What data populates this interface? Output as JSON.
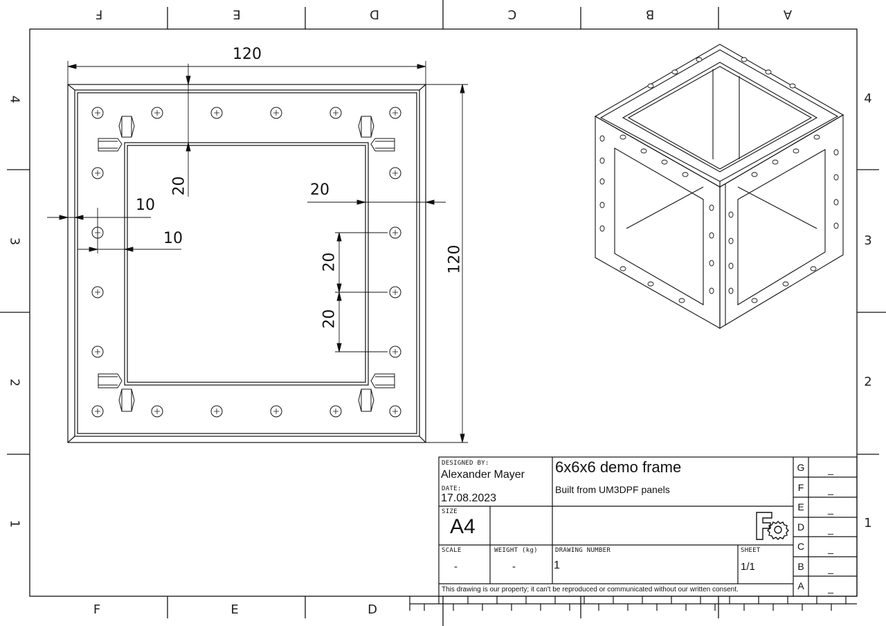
{
  "zones": {
    "top": [
      "F",
      "E",
      "D",
      "C",
      "B",
      "A"
    ],
    "bottom": [
      "F",
      "E",
      "D"
    ],
    "left": [
      "4",
      "3",
      "2",
      "1"
    ],
    "right": [
      "4",
      "3",
      "2",
      "1"
    ]
  },
  "dimensions": {
    "width_top": "120",
    "height_right": "120",
    "inner_top": "20",
    "inner_right": "20",
    "edge_outer": "10",
    "edge_inner": "10",
    "hole_spacing_1": "20",
    "hole_spacing_2": "20"
  },
  "title_block": {
    "designed_by_label": "DESIGNED BY:",
    "designed_by": "Alexander Mayer",
    "date_label": "DATE:",
    "date": "17.08.2023",
    "size_label": "SIZE",
    "size": "A4",
    "title": "6x6x6 demo frame",
    "subtitle": "Built from UM3DPF panels",
    "scale_label": "SCALE",
    "scale": "-",
    "weight_label": "WEIGHT (kg)",
    "weight": "-",
    "drawing_number_label": "DRAWING NUMBER",
    "drawing_number": "1",
    "sheet_label": "SHEET",
    "sheet": "1/1",
    "disclaimer": "This drawing is our property; it can't be reproduced or communicated without our written consent."
  },
  "revisions": [
    {
      "letter": "G",
      "value": "_"
    },
    {
      "letter": "F",
      "value": "_"
    },
    {
      "letter": "E",
      "value": "_"
    },
    {
      "letter": "D",
      "value": "_"
    },
    {
      "letter": "C",
      "value": "_"
    },
    {
      "letter": "B",
      "value": "_"
    },
    {
      "letter": "A",
      "value": "_"
    }
  ],
  "icons": {
    "logo": "freecad-logo-icon"
  }
}
